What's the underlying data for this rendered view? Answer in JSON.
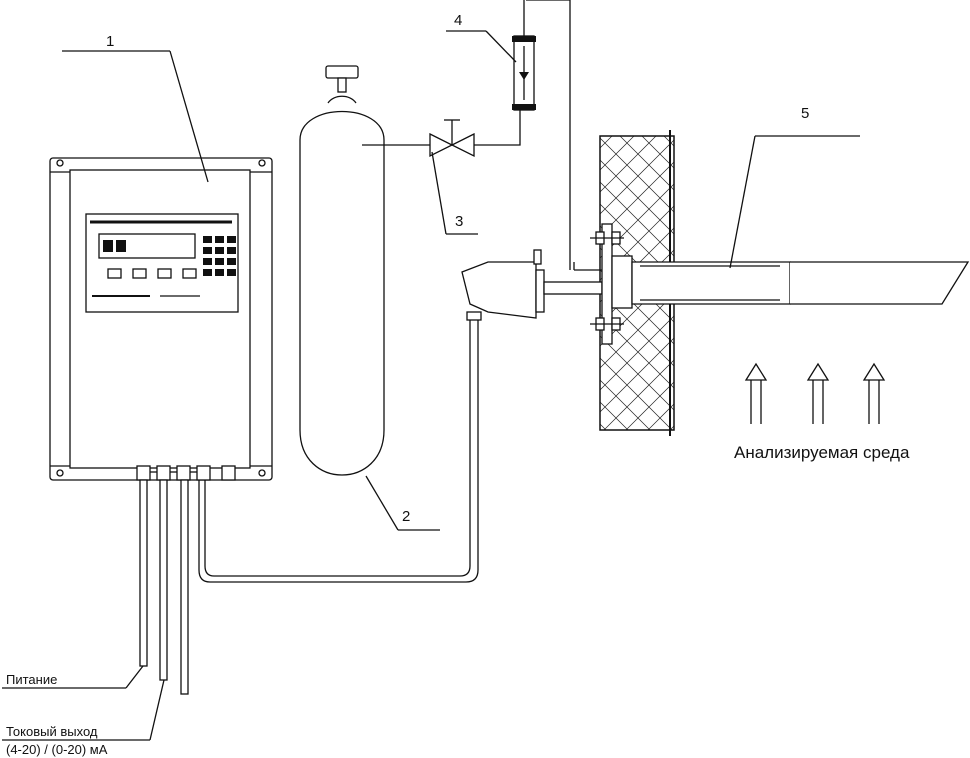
{
  "callouts": {
    "analyzer": "1",
    "cylinder": "2",
    "valve": "3",
    "flowmeter": "4",
    "probe": "5"
  },
  "medium_label": "Анализируемая среда",
  "power_label": "Питание",
  "current_output_label": "Токовый выход",
  "current_output_range": "(4-20) / (0-20) мА"
}
